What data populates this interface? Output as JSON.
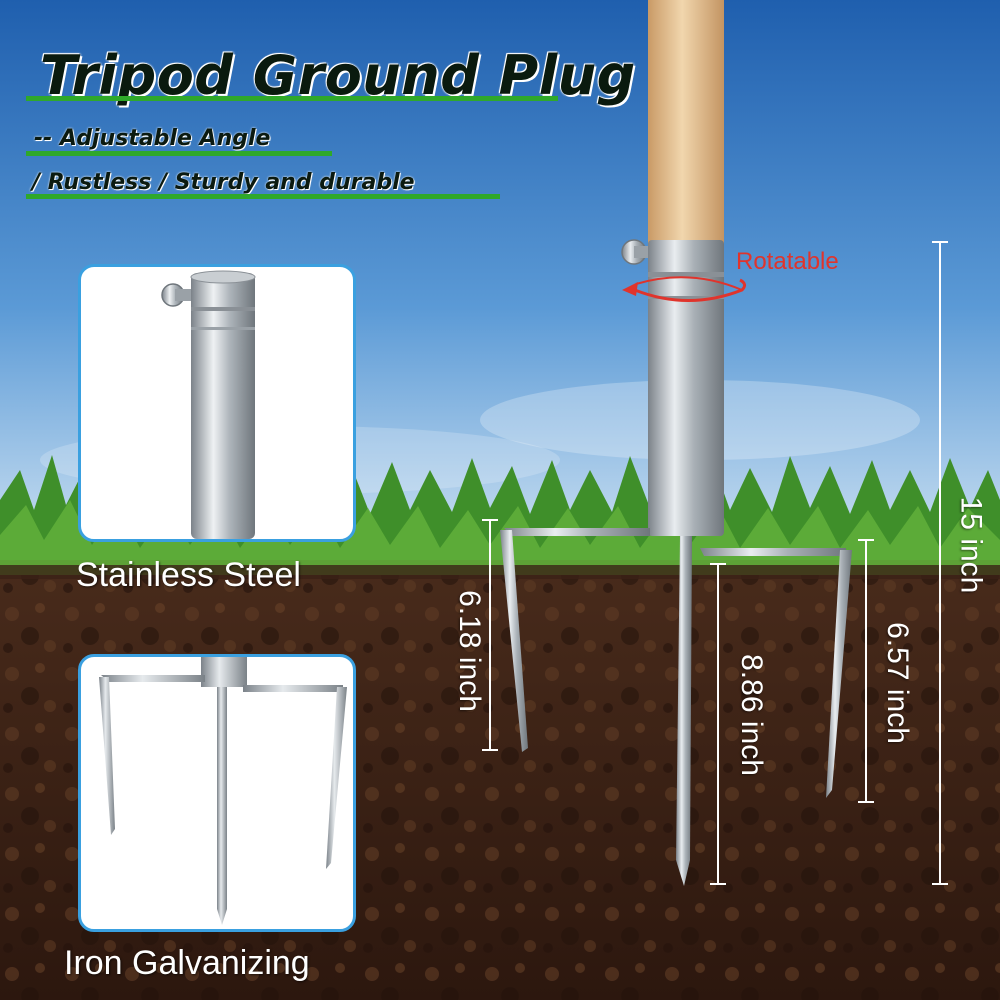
{
  "banner": {
    "title": "Tripod Ground Plug",
    "subtitle_line1": "-- Adjustable Angle",
    "subtitle_line2": "/ Rustless / Sturdy and durable"
  },
  "features": [
    {
      "caption": "Stainless Steel"
    },
    {
      "caption": "Iron Galvanizing"
    }
  ],
  "callout": {
    "rotatable": "Rotatable"
  },
  "dimensions": {
    "side_prong": "6.18 inch",
    "center_prong": "8.86 inch",
    "right_prong": "6.57 inch",
    "total_height": "15 inch"
  },
  "colors": {
    "accent_green": "#2fa82a",
    "card_border": "#3aa0e0",
    "rotate_red": "#e0342c",
    "sky_top": "#1f5fae",
    "soil": "#3b2216"
  }
}
